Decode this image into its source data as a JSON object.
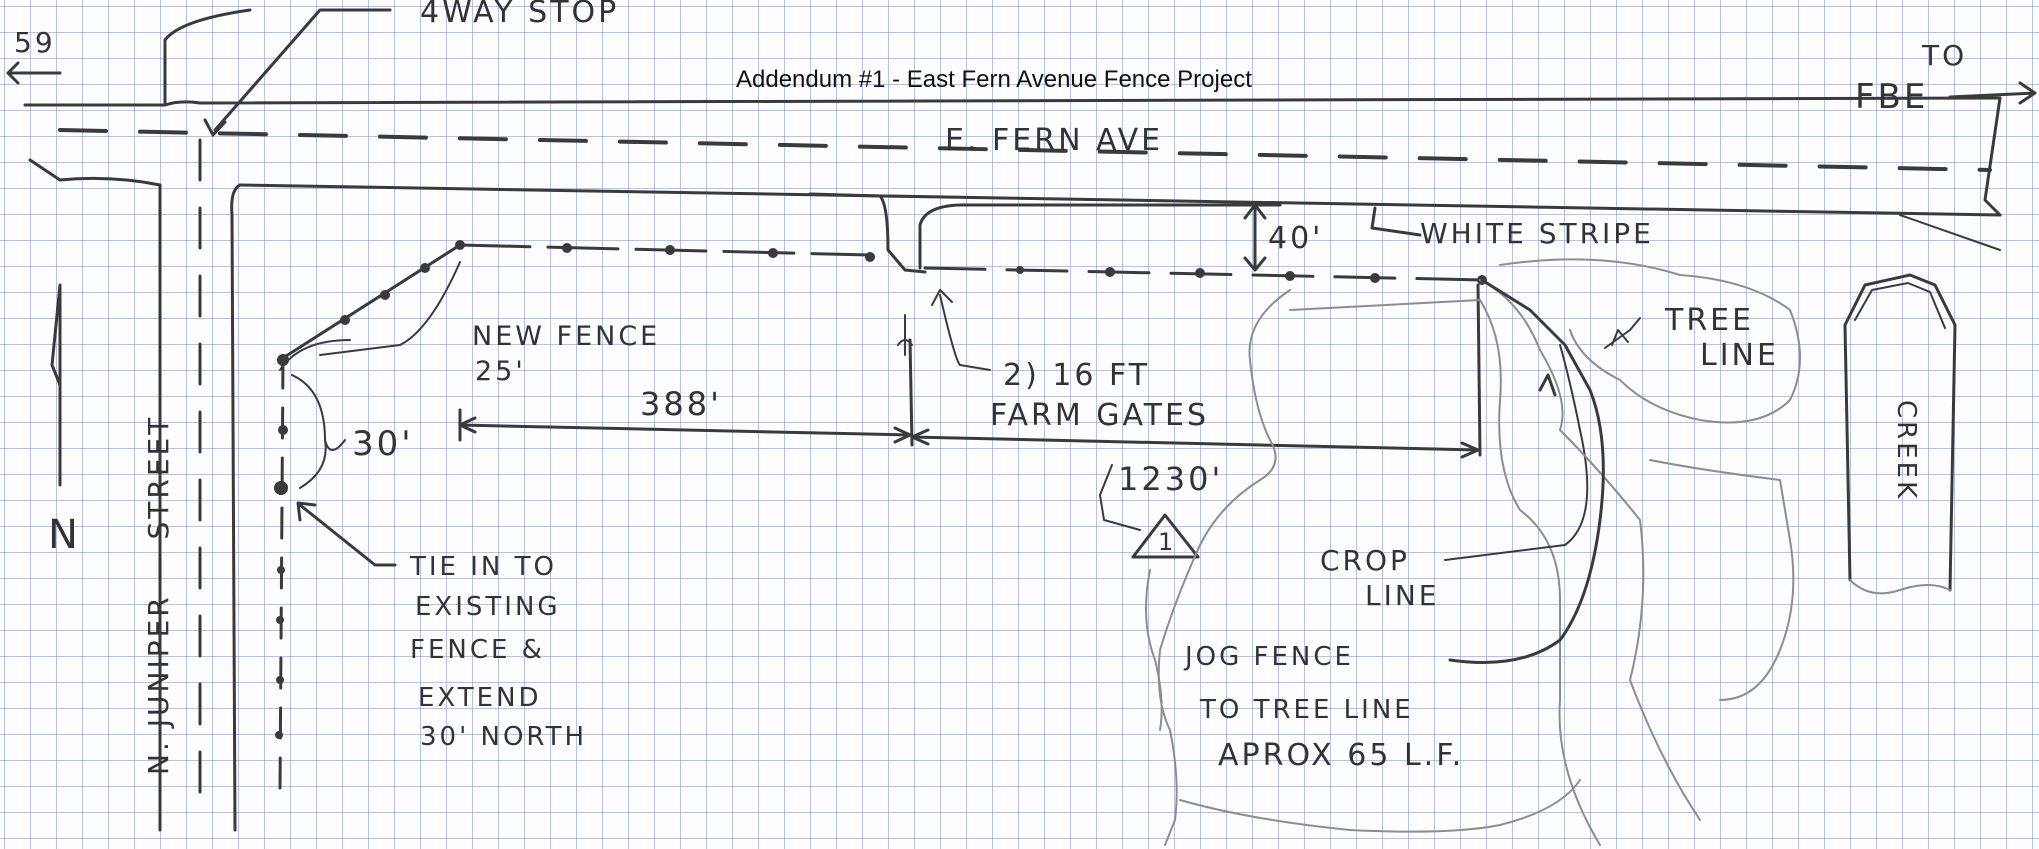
{
  "title": "Addendum #1 - East Fern Avenue Fence Project",
  "labels": {
    "four_way_stop": "4WAY STOP",
    "road_number": "59",
    "to_fbe_1": "TO",
    "to_fbe_2": "FBE",
    "e_fern_ave": "E. FERN AVE",
    "offset_40": "40'",
    "white_stripe": "WHITE STRIPE",
    "new_fence_1": "NEW FENCE",
    "new_fence_2": "25'",
    "dim_388": "388'",
    "gates_1": "2) 16 FT",
    "gates_2": "FARM GATES",
    "tree_line_1": "TREE",
    "tree_line_2": "LINE",
    "creek": "CREEK",
    "dim_30": "30'",
    "dim_1230": "1230'",
    "revision_mark": "1",
    "north": "N",
    "street": "N. JUNIPER — STREET",
    "tie_in_1": "TIE IN TO",
    "tie_in_2": "EXISTING",
    "tie_in_3": "FENCE &",
    "tie_in_4": "EXTEND",
    "tie_in_5": "30' NORTH",
    "crop_line_1": "CROP",
    "crop_line_2": "LINE",
    "jog_1": "JOG FENCE",
    "jog_2": "TO TREE LINE",
    "jog_3": "APROX 65 L.F."
  }
}
